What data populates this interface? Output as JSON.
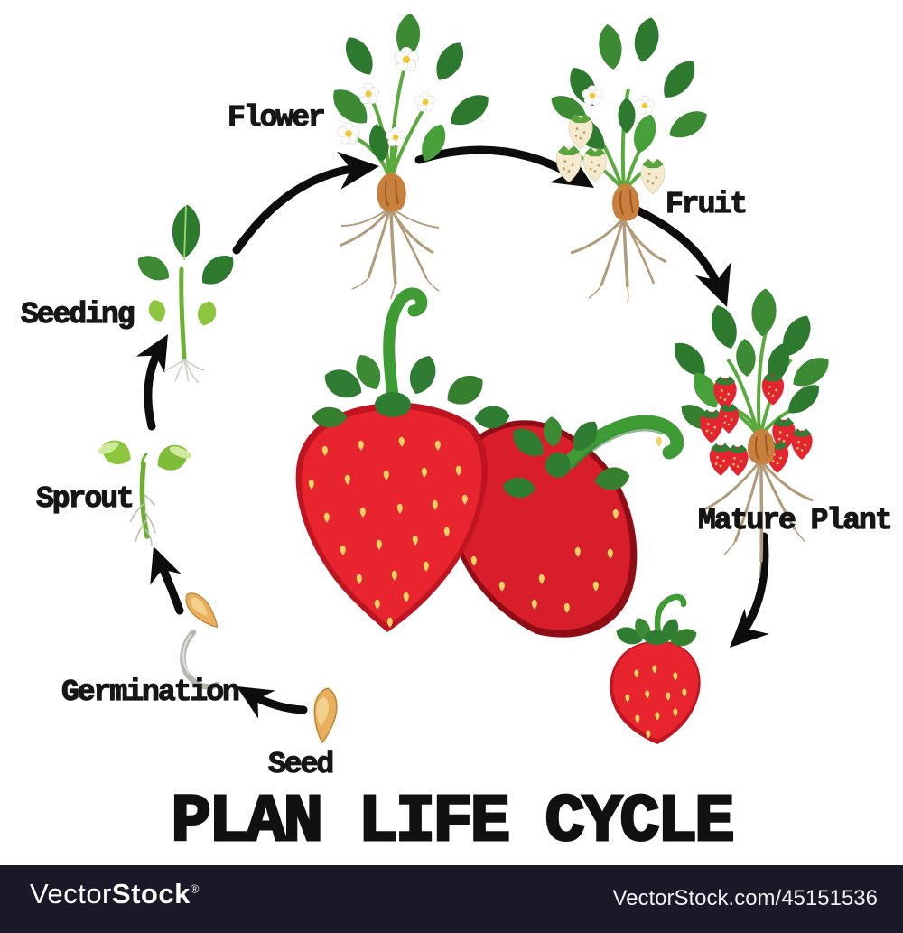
{
  "title": "PLAN LIFE CYCLE",
  "stages": {
    "order": [
      "Seed",
      "Germination",
      "Sprout",
      "Seeding",
      "Flower",
      "Fruit",
      "Mature Plant"
    ],
    "seed": "Seed",
    "germination": "Germination",
    "sprout": "Sprout",
    "seeding": "Seeding",
    "flower": "Flower",
    "fruit": "Fruit",
    "mature_plant": "Mature Plant"
  },
  "footer": {
    "brand_light": "Vector",
    "brand_bold": "Stock",
    "registered": "®",
    "url": "VectorStock.com/45151536"
  },
  "colors": {
    "background": "#ffffff",
    "arrow": "#0d0d0d",
    "label_text": "#161616",
    "strawberry_red": "#e8252f",
    "strawberry_dark_red": "#8f0d15",
    "seed_yellow": "#f4d262",
    "leaf_green_dark": "#2d7a2e",
    "leaf_green_mid": "#3c8a33",
    "sprout_green": "#8cc63e",
    "crown_brown": "#c8803f",
    "root_tan": "#b29b78",
    "seed_tan": "#e8b05c",
    "unripe_cream": "#f3ead0",
    "footer_bar": "#191927"
  }
}
